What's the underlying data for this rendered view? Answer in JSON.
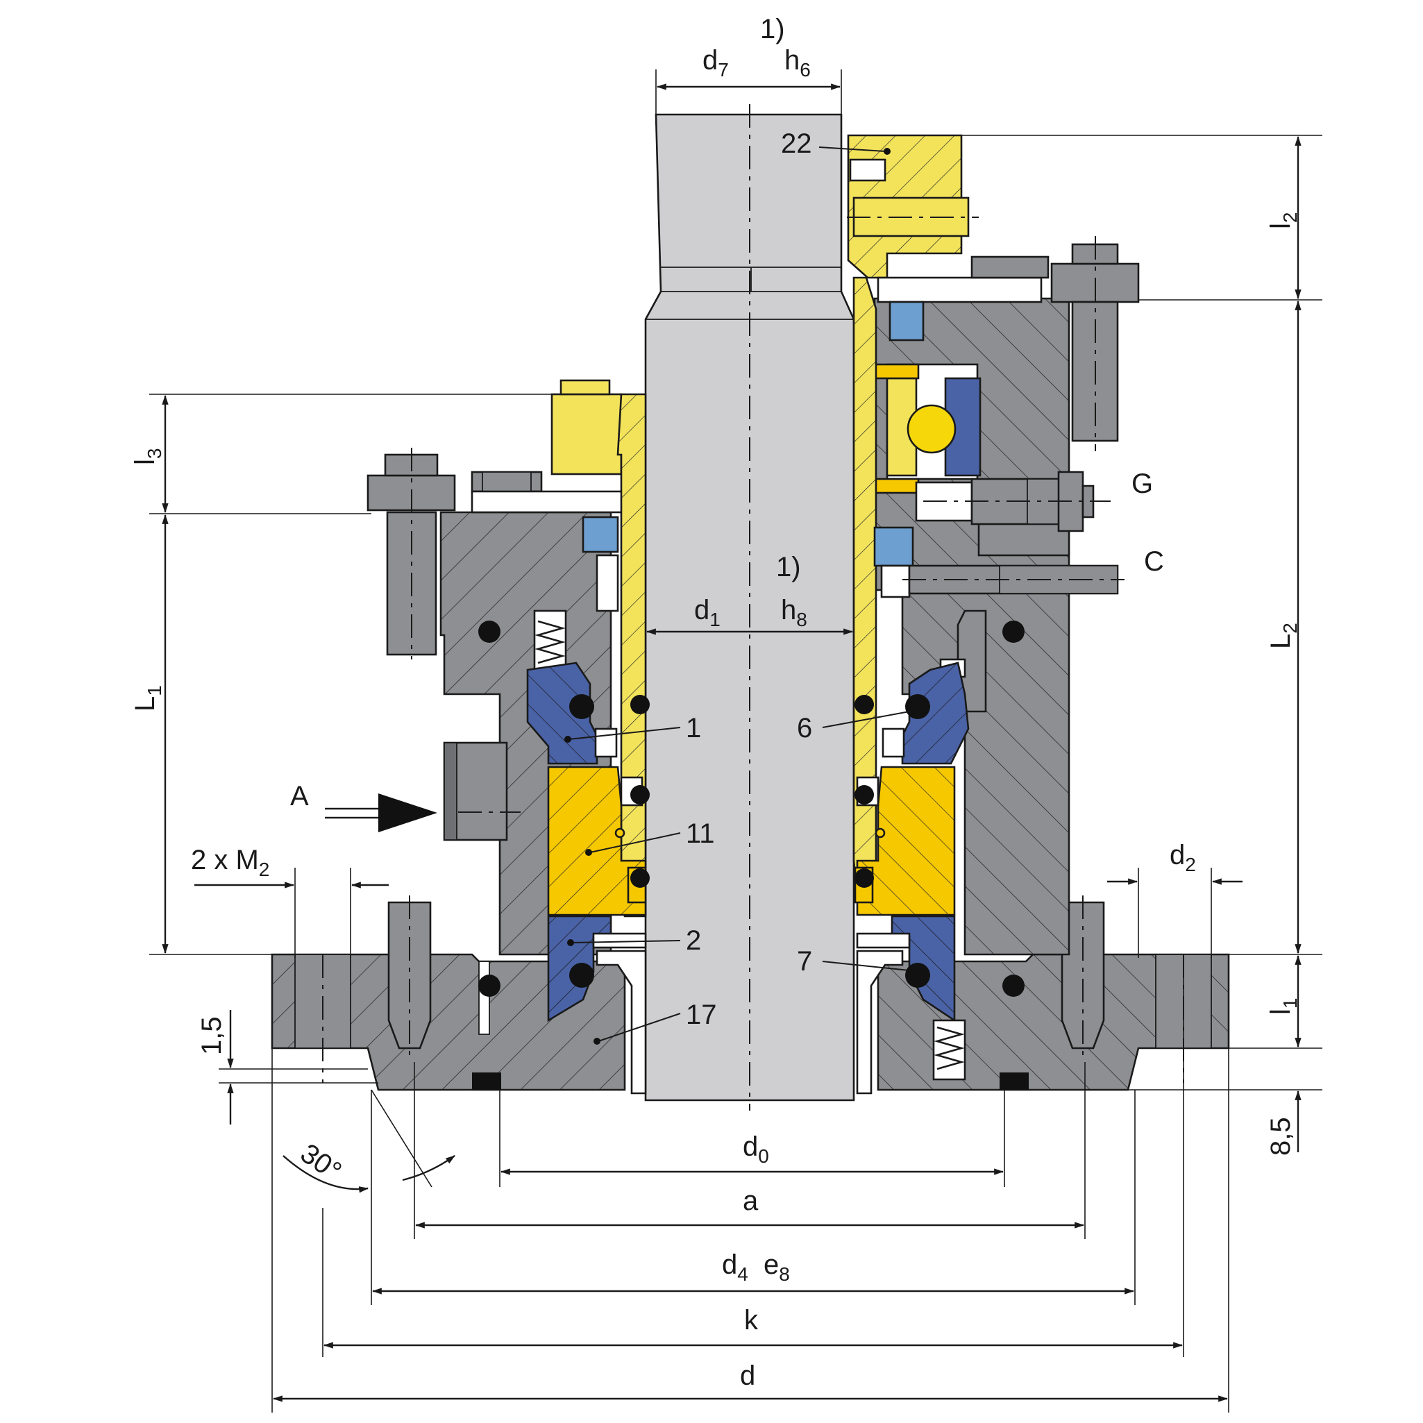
{
  "colors": {
    "housing_gray": "#8e8f92",
    "shaft_gray": "#cfcfd1",
    "sleeve_yellow": "#f3e35b",
    "face_yellow": "#f6c800",
    "seal_blue": "#4a62a6",
    "gasket_blue": "#6d9fd0",
    "oring_black": "#111111",
    "line": "#1a1a1a"
  },
  "labels": {
    "note_top": "1)",
    "note_mid": "1)",
    "d7": "d",
    "d7_sub": "7",
    "h6": "h",
    "h6_sub": "6",
    "d1": "d",
    "d1_sub": "1",
    "h8": "h",
    "h8_sub": "8",
    "l2": "l",
    "l2_sub": "2",
    "L2": "L",
    "L2_sub": "2",
    "l3": "l",
    "l3_sub": "3",
    "L1": "L",
    "L1_sub": "1",
    "l1": "l",
    "l1_sub": "1",
    "port_A": "A",
    "port_G": "G",
    "port_C": "C",
    "m2_prefix": "2 x M",
    "m2_sub": "2",
    "d2": "d",
    "d2_sub": "2",
    "dim_1_5": "1,5",
    "dim_8_5": "8,5",
    "angle_30": "30°",
    "d0": "d",
    "d0_sub": "0",
    "a": "a",
    "d4": "d",
    "d4_sub": "4",
    "e8": "e",
    "e8_sub": "8",
    "k": "k",
    "d": "d"
  },
  "parts": {
    "p1": "1",
    "p2": "2",
    "p6": "6",
    "p7": "7",
    "p11": "11",
    "p17": "17",
    "p22": "22"
  }
}
